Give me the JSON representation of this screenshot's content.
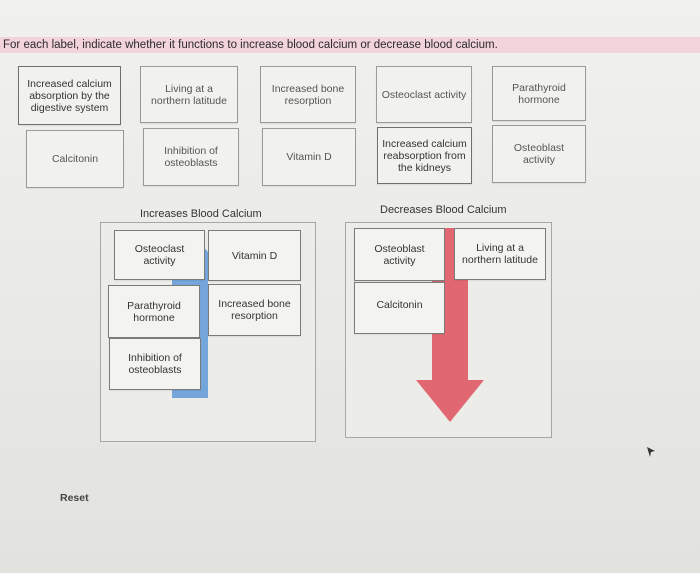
{
  "question": "For each label, indicate whether it functions to increase blood calcium or decrease blood calcium.",
  "labels_bank": [
    {
      "text": "Increased calcium absorption by the digestive system"
    },
    {
      "text": "Living at a northern latitude"
    },
    {
      "text": "Increased bone resorption"
    },
    {
      "text": "Osteoclast activity"
    },
    {
      "text": "Parathyroid hormone"
    },
    {
      "text": "Calcitonin"
    },
    {
      "text": "Inhibition of osteoblasts"
    },
    {
      "text": "Vitamin D"
    },
    {
      "text": "Increased calcium reabsorption from the kidneys"
    },
    {
      "text": "Osteoblast activity"
    }
  ],
  "increase_zone": {
    "title": "Increases Blood Calcium",
    "arrow_color": "#5f9ad8",
    "items": [
      {
        "text": "Osteoclast activity"
      },
      {
        "text": "Vitamin D"
      },
      {
        "text": "Parathyroid hormone"
      },
      {
        "text": "Increased bone resorption"
      },
      {
        "text": "Inhibition of osteoblasts"
      }
    ]
  },
  "decrease_zone": {
    "title": "Decreases Blood Calcium",
    "arrow_color": "#e05a66",
    "items": [
      {
        "text": "Osteoblast activity"
      },
      {
        "text": "Living at a northern latitude"
      },
      {
        "text": "Calcitonin"
      }
    ]
  },
  "reset_label": "Reset"
}
